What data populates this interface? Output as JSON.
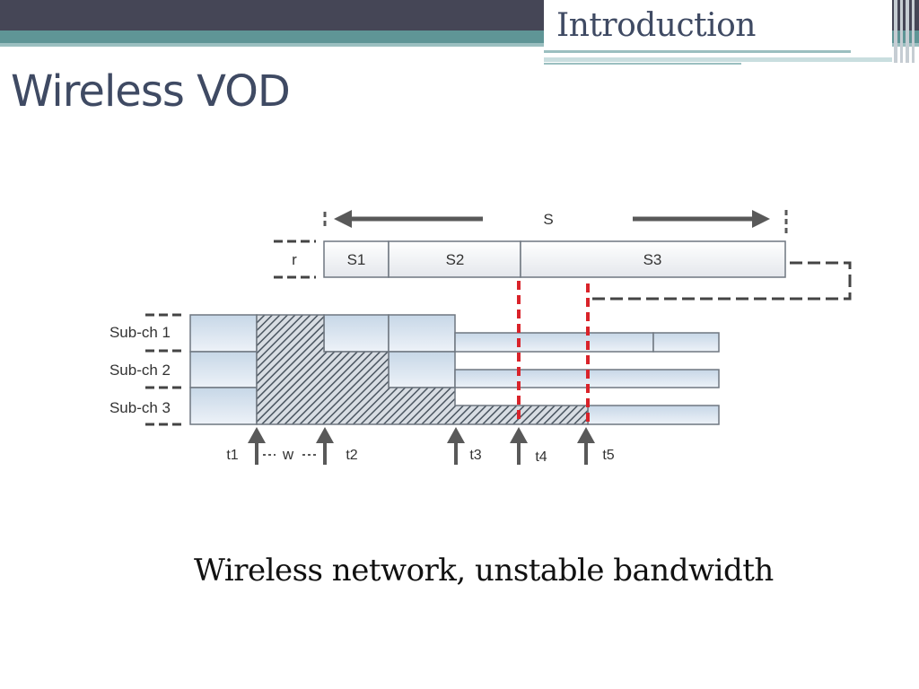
{
  "header": {
    "section": "Introduction"
  },
  "slide": {
    "title": "Wireless VOD",
    "caption": "Wireless network, unstable bandwidth"
  },
  "diagram": {
    "span_label": "S",
    "rate_label": "r",
    "segments": [
      "S1",
      "S2",
      "S3"
    ],
    "channels": [
      "Sub-ch 1",
      "Sub-ch 2",
      "Sub-ch 3"
    ],
    "time_marks": [
      "t1",
      "t2",
      "t3",
      "t4",
      "t5"
    ],
    "window_label": "w",
    "colors": {
      "block_fill": "#d5e2ee",
      "block_stroke": "#6f7780",
      "hatch": "#4a5560",
      "cut_line": "#d9232a",
      "arrow": "#595959"
    }
  }
}
